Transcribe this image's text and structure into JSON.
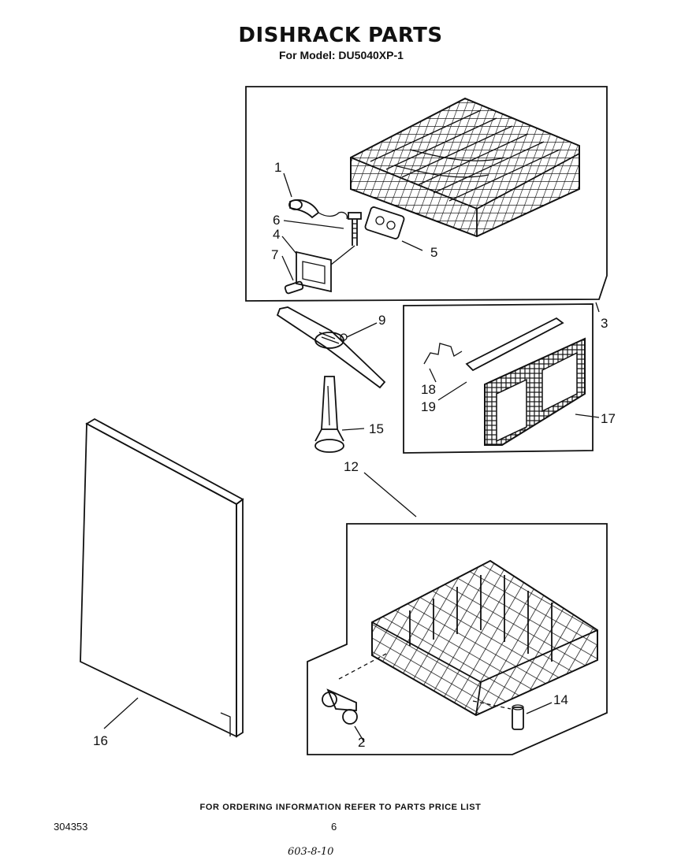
{
  "page": {
    "title": "DISHRACK PARTS",
    "model_line": "For Model: DU5040XP-1",
    "footer_note": "FOR ORDERING INFORMATION REFER TO PARTS PRICE LIST",
    "doc_code": "304353",
    "page_number": "6",
    "handwritten_note": "603-8-10"
  },
  "callouts": [
    {
      "id": "c1",
      "text": "1"
    },
    {
      "id": "c2",
      "text": "2"
    },
    {
      "id": "c3",
      "text": "3"
    },
    {
      "id": "c4",
      "text": "4"
    },
    {
      "id": "c5",
      "text": "5"
    },
    {
      "id": "c6",
      "text": "6"
    },
    {
      "id": "c7",
      "text": "7"
    },
    {
      "id": "c9",
      "text": "9"
    },
    {
      "id": "c12",
      "text": "12"
    },
    {
      "id": "c14",
      "text": "14"
    },
    {
      "id": "c15",
      "text": "15"
    },
    {
      "id": "c16",
      "text": "16"
    },
    {
      "id": "c17",
      "text": "17"
    },
    {
      "id": "c18",
      "text": "18"
    },
    {
      "id": "c19",
      "text": "19"
    }
  ]
}
